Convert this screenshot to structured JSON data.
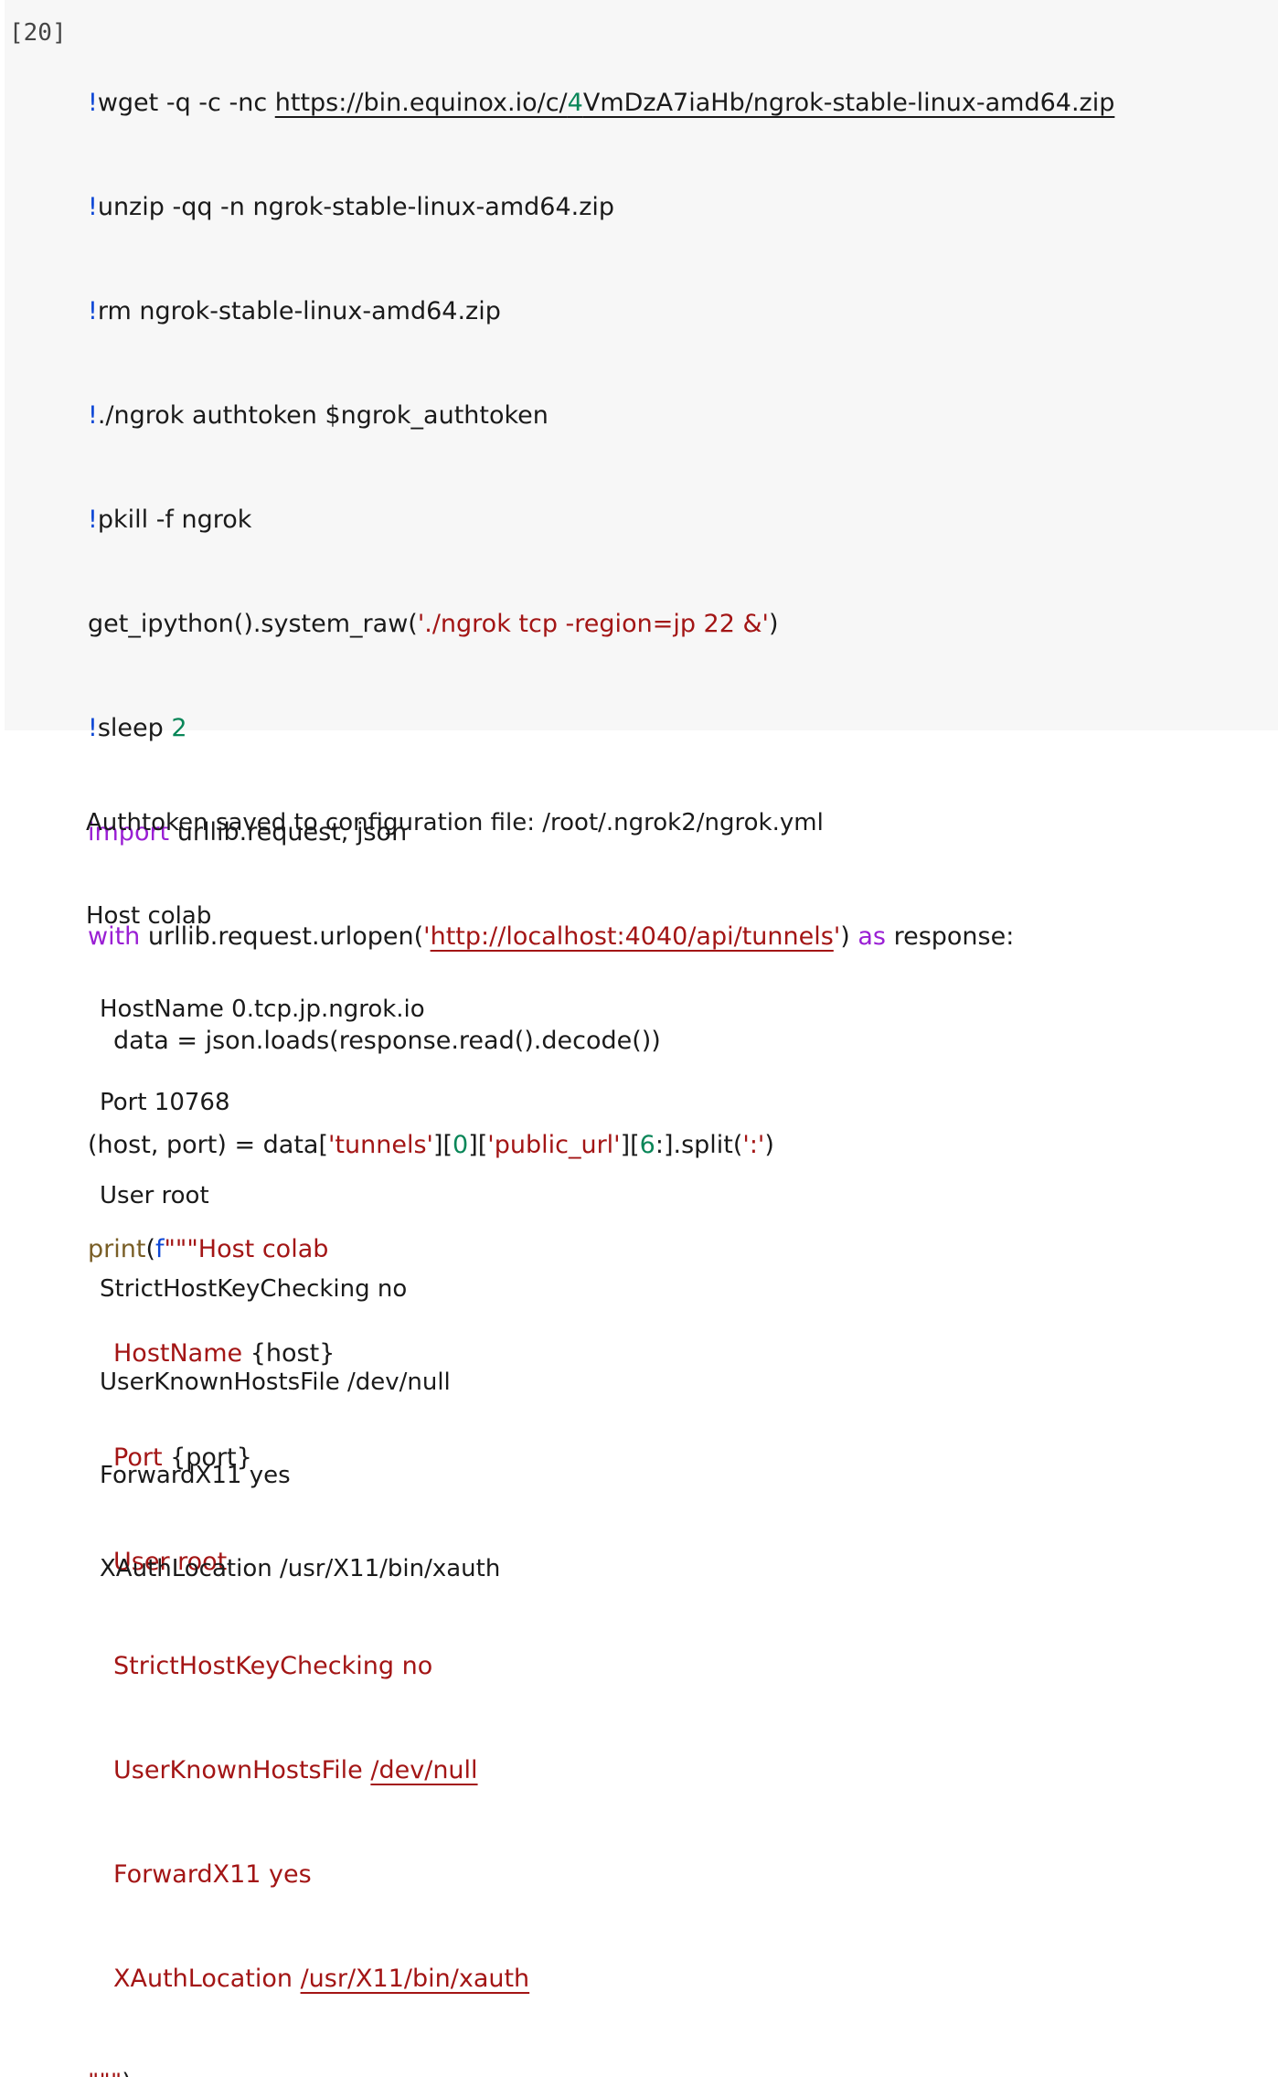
{
  "cell": {
    "execution_count": "[20]",
    "code": {
      "l1_bang": "!",
      "l1_cmd": "wget -q -c -nc ",
      "l1_url_a": "https://bin.equinox.io/c/",
      "l1_url_num": "4",
      "l1_url_b": "VmDzA7iaHb/ngrok-stable-linux-amd64.zip",
      "l2_bang": "!",
      "l2_cmd": "unzip -qq -n ngrok-stable-linux-amd64.zip",
      "l3_bang": "!",
      "l3_cmd": "rm ngrok-stable-linux-amd64.zip",
      "l4_bang": "!",
      "l4_cmd": "./ngrok authtoken $ngrok_authtoken",
      "l5_bang": "!",
      "l5_cmd": "pkill -f ngrok",
      "l6_a": "get_ipython().system_raw(",
      "l6_str": "'./ngrok tcp -region=jp 22 &'",
      "l6_b": ")",
      "l7_bang": "!",
      "l7_cmd": "sleep ",
      "l7_num": "2",
      "l8_kw": "import",
      "l8_rest": " urllib.request, json",
      "l9_kw": "with",
      "l9_a": " urllib.request.urlopen(",
      "l9_q1": "'",
      "l9_url": "http://localhost:4040/api/tunnels",
      "l9_q2": "'",
      "l9_b": ") ",
      "l9_kw2": "as",
      "l9_c": " response:",
      "l10": "data = json.loads(response.read().decode())",
      "l11_a": "(host, port) = data[",
      "l11_s1": "'tunnels'",
      "l11_b": "][",
      "l11_n1": "0",
      "l11_c": "][",
      "l11_s2": "'public_url'",
      "l11_d": "][",
      "l11_n2": "6",
      "l11_e": ":].split(",
      "l11_s3": "':'",
      "l11_f": ")",
      "l12_fn": "print",
      "l12_a": "(",
      "l12_f": "f",
      "l12_str": "\"\"\"Host colab",
      "l13_str": "HostName ",
      "l13_var": "{host}",
      "l14_str": "Port ",
      "l14_var": "{port}",
      "l15_str": "User root",
      "l16_str": "StrictHostKeyChecking no",
      "l17_str": "UserKnownHostsFile ",
      "l17_u": "/dev/null",
      "l18_str": "ForwardX11 yes",
      "l19_str": "XAuthLocation ",
      "l19_u": "/usr/X11/bin/xauth",
      "l20_str": "\"\"\"",
      "l20_b": ")"
    }
  },
  "output": {
    "lines": [
      "Authtoken saved to configuration file: /root/.ngrok2/ngrok.yml",
      "Host colab",
      "HostName 0.tcp.jp.ngrok.io",
      "Port 10768",
      "User root",
      "StrictHostKeyChecking no",
      "UserKnownHostsFile /dev/null",
      "ForwardX11 yes",
      "XAuthLocation /usr/X11/bin/xauth"
    ]
  },
  "colors": {
    "magic": "#0d47d6",
    "keyword": "#9a1fd4",
    "builtin": "#795e26",
    "string": "#a31515",
    "number": "#098658",
    "cell_bg": "#f7f7f7"
  }
}
